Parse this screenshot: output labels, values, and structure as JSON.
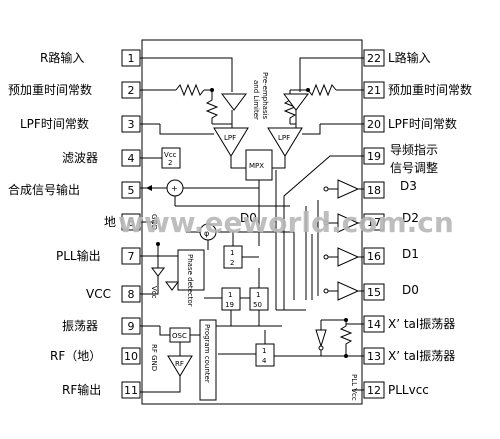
{
  "pins_left": [
    {
      "num": "1",
      "label": "R路输入"
    },
    {
      "num": "2",
      "label": "预加重时间常数"
    },
    {
      "num": "3",
      "label": "LPF时间常数"
    },
    {
      "num": "4",
      "label": "滤波器"
    },
    {
      "num": "5",
      "label": "合成信号输出"
    },
    {
      "num": "6",
      "label": "地"
    },
    {
      "num": "7",
      "label": "PLL输出"
    },
    {
      "num": "8",
      "label": "VCC"
    },
    {
      "num": "9",
      "label": "振荡器"
    },
    {
      "num": "10",
      "label": "RF（地）"
    },
    {
      "num": "11",
      "label": "RF输出"
    }
  ],
  "pins_right": [
    {
      "num": "22",
      "label": "L路输入"
    },
    {
      "num": "21",
      "label": "预加重时间常数"
    },
    {
      "num": "20",
      "label": "LPF时间常数"
    },
    {
      "num": "19",
      "label": "导频指示"
    },
    {
      "num": "18",
      "label": "D3"
    },
    {
      "num": "17",
      "label": "D2"
    },
    {
      "num": "16",
      "label": "D1"
    },
    {
      "num": "15",
      "label": "D0"
    },
    {
      "num": "14",
      "label": "X’ tal振荡器"
    },
    {
      "num": "13",
      "label": "X’ tal振荡器"
    },
    {
      "num": "12",
      "label": "PLLvcc"
    }
  ],
  "pin19_line2": "信号调整",
  "internal": {
    "preemphasis": "Pre-emphasis",
    "limiter": "and Limiter",
    "lpf": "LPF",
    "mpx": "MPX",
    "vcc_half": "Vcc",
    "vcc_half_den": "2",
    "gnd": "GND",
    "vcc_pin": "Vcc",
    "d0": "D0",
    "phi": "φ",
    "half_num": "1",
    "half_den": "2",
    "phase_detector": "Phase detector",
    "div19_num": "1",
    "div19_den": "19",
    "div50_num": "1",
    "div50_den": "50",
    "div4_num": "1",
    "div4_den": "4",
    "osc": "OSC",
    "rf": "RF",
    "rf_gnd": "RF GND",
    "program_counter": "Program counter",
    "pll_vcc": "PLL Vcc",
    "sum": "+"
  },
  "watermark": "www.eeworld.com.cn"
}
